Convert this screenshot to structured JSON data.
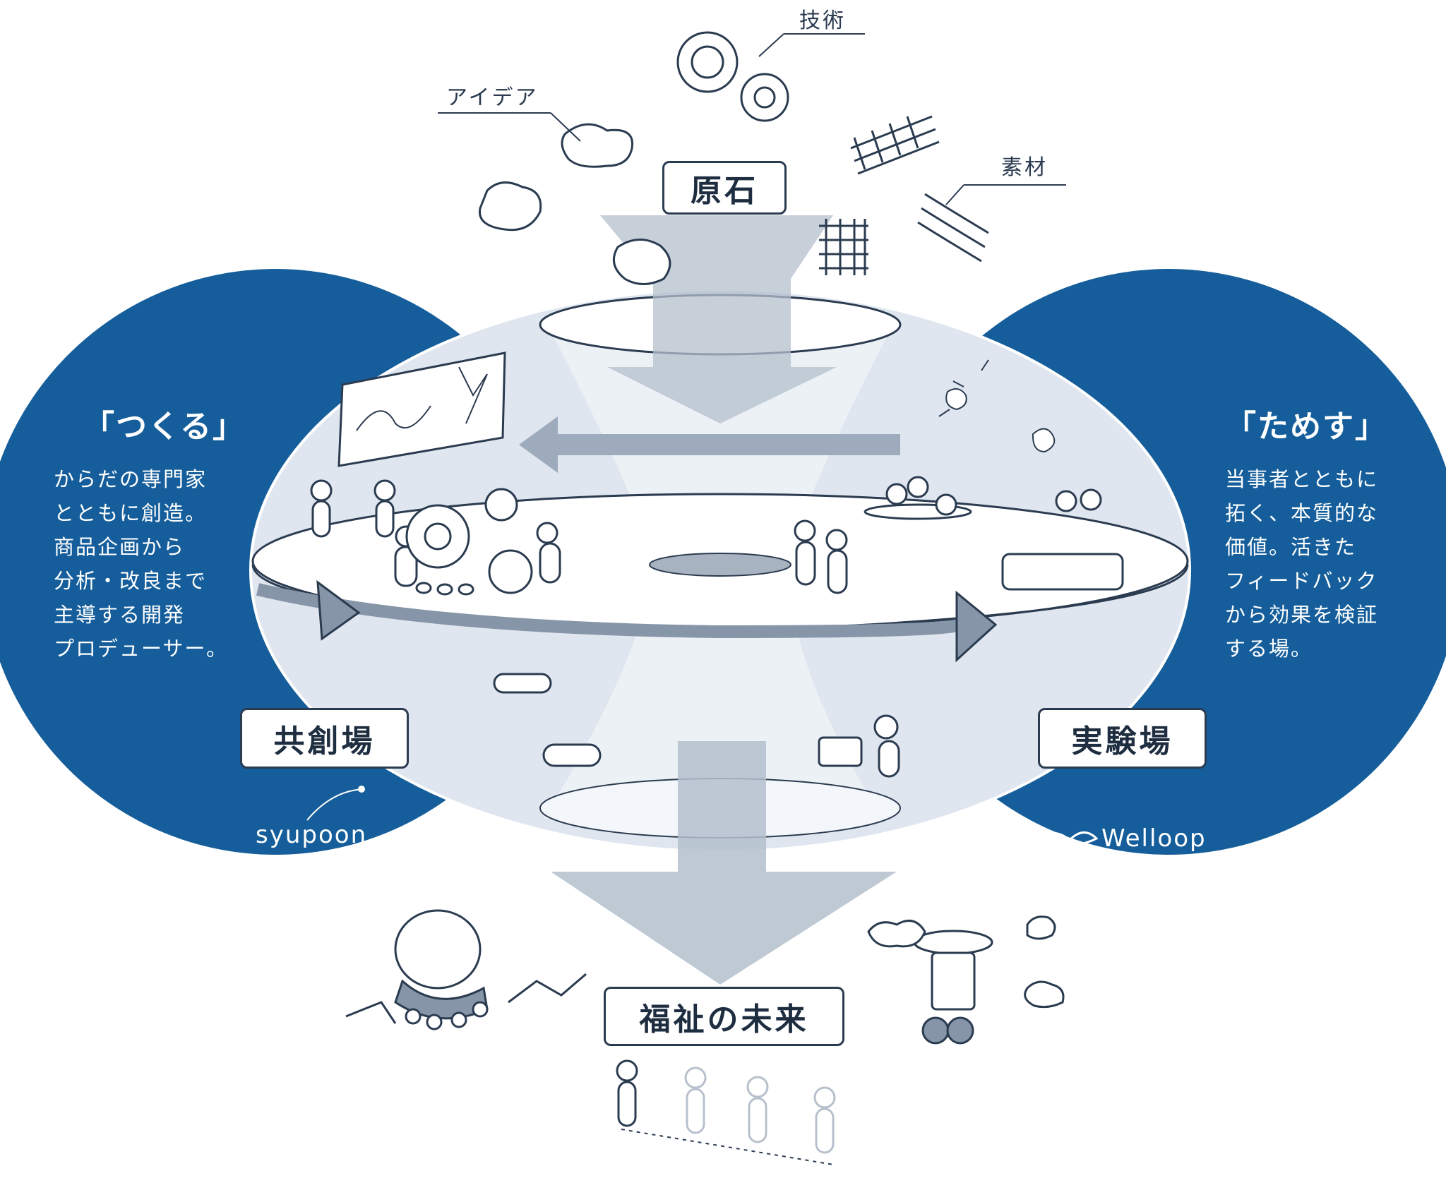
{
  "top_label": "原石",
  "bottom_label": "福祉の未来",
  "materials": {
    "idea": "アイデア",
    "technology": "技術",
    "material": "素材"
  },
  "left": {
    "heading": "「つくる」",
    "body": [
      "からだの専門家",
      "とともに創造。",
      "商品企画から",
      "分析・改良まで",
      "主導する開発",
      "プロデューサー。"
    ],
    "place_label": "共創場",
    "logo": "syupoon"
  },
  "right": {
    "heading": "「ためす」",
    "body": [
      "当事者とともに",
      "拓く、本質的な",
      "価値。活きた",
      "フィードバック",
      "から効果を検証",
      "する場。"
    ],
    "place_label": "実験場",
    "logo": "Welloop"
  },
  "colors": {
    "navy": "#155e9b",
    "ring": "#dfe6ef",
    "gray_arrow": "#9eabbc",
    "line": "#2b3b50"
  }
}
